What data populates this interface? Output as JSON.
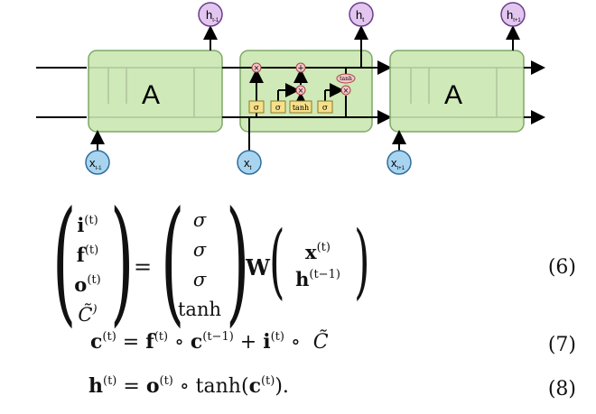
{
  "diagram": {
    "blocks": [
      {
        "label": "A",
        "input": "x",
        "input_sub": "t-1",
        "output": "h",
        "output_sub": "t-1"
      },
      {
        "label": "",
        "input": "x",
        "input_sub": "t",
        "output": "h",
        "output_sub": "t"
      },
      {
        "label": "A",
        "input": "x",
        "input_sub": "t+1",
        "output": "h",
        "output_sub": "t+1"
      }
    ],
    "gates": [
      "σ",
      "σ",
      "tanh",
      "σ"
    ],
    "ops": {
      "multiply": "×",
      "add": "+",
      "tanh": "tanh"
    }
  },
  "equations": [
    {
      "number": "(6)",
      "lhs": [
        "i",
        "f",
        "o",
        "C̃"
      ],
      "lhs_sup": [
        "(t)",
        "(t)",
        "(t)",
        ")"
      ],
      "eq": "=",
      "mid": [
        "σ",
        "σ",
        "σ",
        "tanh"
      ],
      "W": "W",
      "rhs": [
        "x",
        "h"
      ],
      "rhs_sup": [
        "(t)",
        "(t−1)"
      ]
    },
    {
      "number": "(7)",
      "c": "c",
      "c_sup": "(t)",
      "eq": "=",
      "f": "f",
      "f_sup": "(t)",
      "circ": "∘",
      "c2": "c",
      "c2_sup": "(t−1)",
      "plus": "+",
      "i": "i",
      "i_sup": "(t)",
      "ct": "C̃"
    },
    {
      "number": "(8)",
      "h": "h",
      "h_sup": "(t)",
      "eq": "=",
      "o": "o",
      "o_sup": "(t)",
      "circ": "∘",
      "tanh": "tanh(",
      "c": "c",
      "c_sup": "(t)",
      "end": ")."
    }
  ]
}
